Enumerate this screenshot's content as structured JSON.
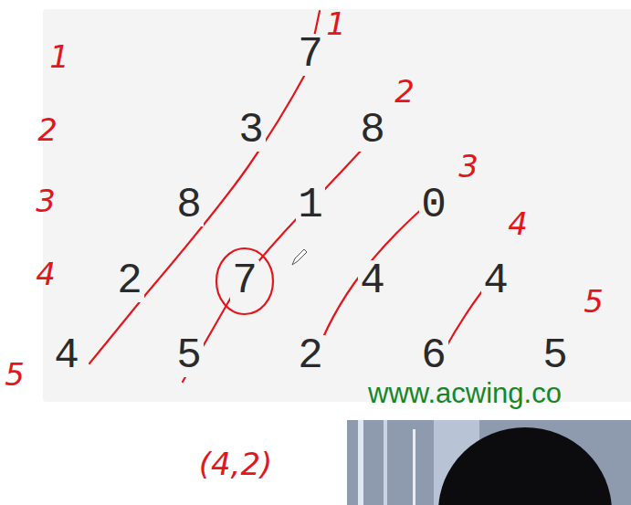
{
  "diagram": {
    "nodes": [
      {
        "text": [
          "7"
        ]
      }
    ],
    "labels": [
      "1",
      "2",
      "3",
      "4",
      "5",
      "7",
      "3",
      "8",
      "8",
      "1",
      "0",
      "2",
      "4",
      "4",
      "4",
      "5",
      "2",
      "6",
      "5",
      "1",
      "2",
      "3",
      "4",
      "5",
      "(4,2)",
      "www.acwing.co"
    ]
  }
}
